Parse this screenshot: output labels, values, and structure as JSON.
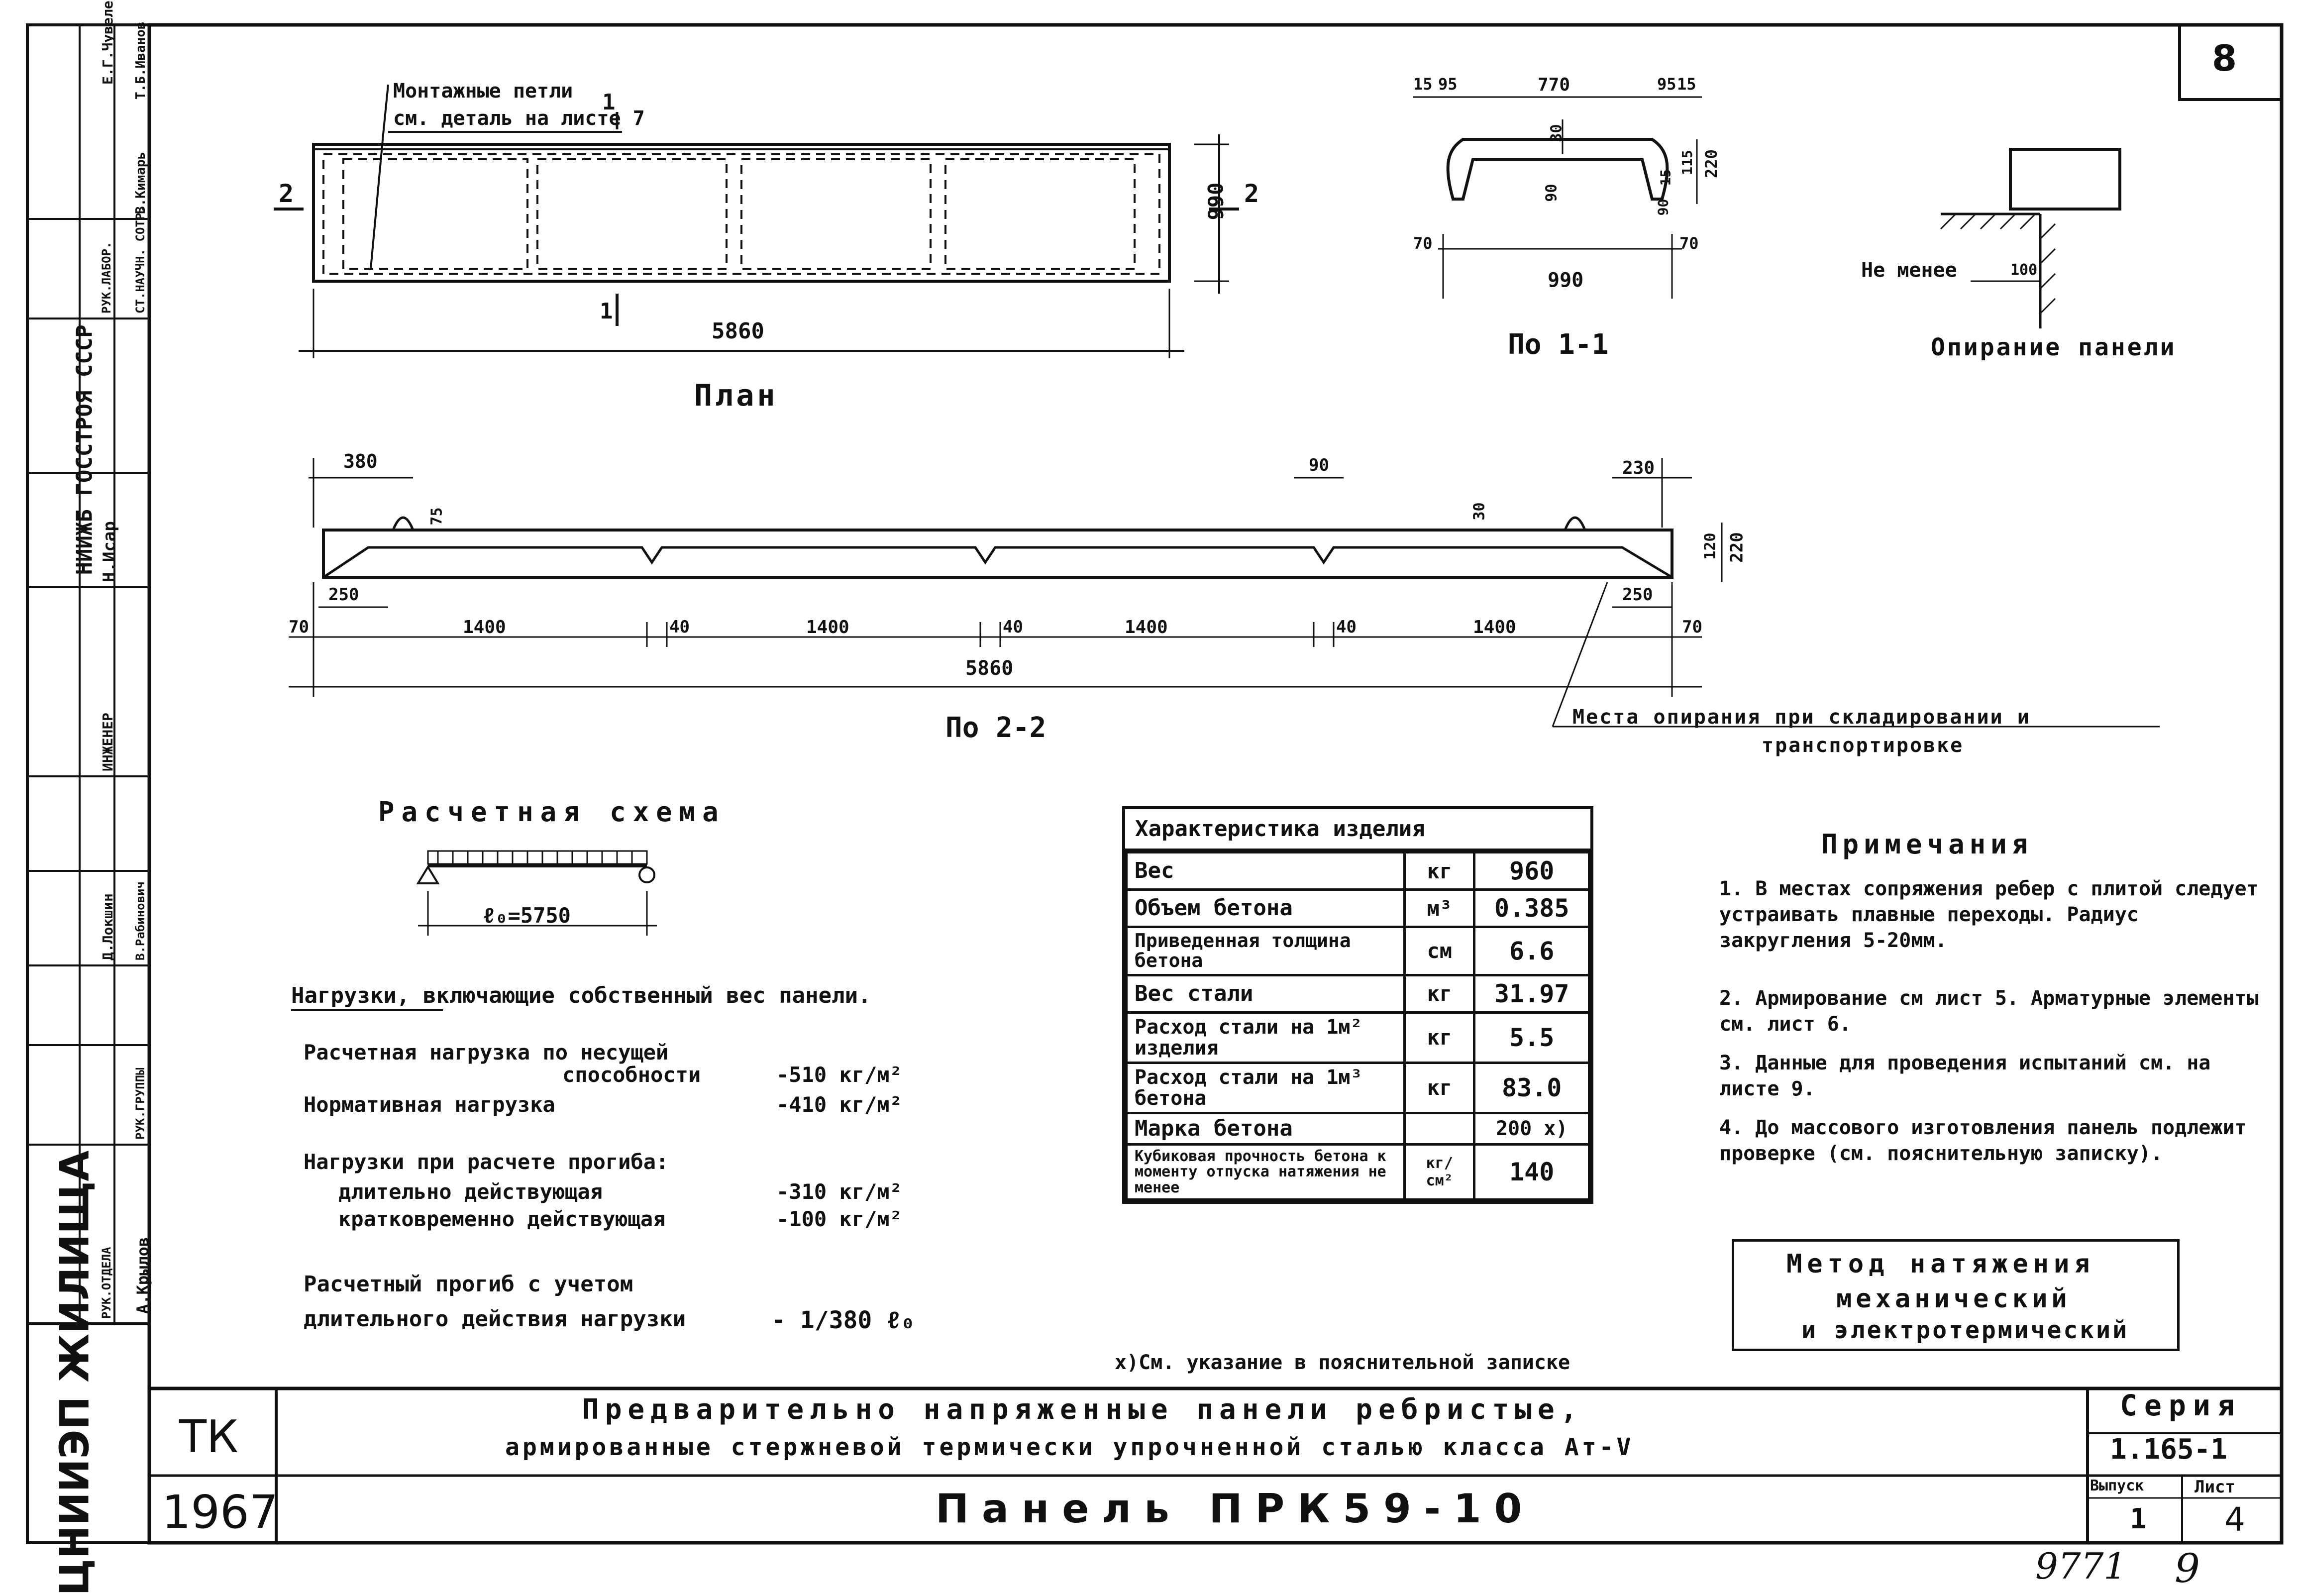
{
  "sheet": {
    "number": "8",
    "page_mark": "9771",
    "page_mark_suffix": "9"
  },
  "side_stamp": {
    "org1": "ЦНИИЭП ЖИЛИЩА",
    "org2": "НИИЖБ ГОССТРОЯ СССР",
    "names": [
      "Е.Г.Чувелев",
      "Т.Б.Иванов",
      "В.Кимарь",
      "Н.Исар",
      "Д.Локшин",
      "В.Рабинович",
      "А.Крылов"
    ],
    "roles": [
      "СТ.НАУЧН. СОТР.",
      "РУК.ЛАБОР.",
      "ИНЖЕНЕР",
      "РУК.ГРУППЫ",
      "РУК.ОТДЕЛА"
    ]
  },
  "plan": {
    "title": "План",
    "callout": "Монтажные петли",
    "callout2": "см. деталь на листе 7",
    "dim_length": "5860",
    "dim_width": "990",
    "section_mark_1": "1",
    "section_mark_2": "2"
  },
  "section11": {
    "title": "По 1-1",
    "dims_top": [
      "15",
      "95",
      "770",
      "95",
      "15"
    ],
    "dim_30": "30",
    "dim_90": "90",
    "dims_right": [
      "15",
      "115",
      "220",
      "90"
    ],
    "dim_bottom": "990",
    "dim_side_left": "70",
    "dim_side_right": "70"
  },
  "support": {
    "title": "Опирание панели",
    "label": "Не менее",
    "value": "100"
  },
  "section22": {
    "title": "По 2-2",
    "dim_380": "380",
    "dim_75": "75",
    "dim_90": "90",
    "dim_30": "30",
    "dim_230": "230",
    "dim_120": "120",
    "dim_220": "220",
    "dim_250_l": "250",
    "dim_250_r": "250",
    "dim_70_l": "70",
    "dim_70_r": "70",
    "spans": [
      "1400",
      "1400",
      "1400",
      "1400"
    ],
    "gaps": [
      "40",
      "40",
      "40"
    ],
    "total": "5860",
    "support_note_1": "Места опирания при складировании и",
    "support_note_2": "транспортировке"
  },
  "calc": {
    "title": "Расчетная схема",
    "span": "ℓ₀=5750",
    "loads_heading": "Нагрузки, включающие собственный вес панели.",
    "lines": [
      {
        "label": "Расчетная нагрузка по несущей",
        "value": ""
      },
      {
        "label": "способности",
        "value": "-510 кг/м²"
      },
      {
        "label": "Нормативная нагрузка",
        "value": "-410 кг/м²"
      },
      {
        "label": "Нагрузки при расчете прогиба:",
        "value": ""
      },
      {
        "label": "длительно действующая",
        "value": "-310 кг/м²"
      },
      {
        "label": "кратковременно действующая",
        "value": "-100 кг/м²"
      },
      {
        "label": "Расчетный прогиб с учетом",
        "value": ""
      },
      {
        "label": "длительного действия нагрузки",
        "value": "- 1/380 ℓ₀"
      }
    ]
  },
  "characteristics": {
    "title": "Характеристика изделия",
    "rows": [
      {
        "param": "Вес",
        "unit": "кг",
        "value": "960"
      },
      {
        "param": "Объем бетона",
        "unit": "м³",
        "value": "0.385"
      },
      {
        "param": "Приведенная толщина бетона",
        "unit": "см",
        "value": "6.6"
      },
      {
        "param": "Вес стали",
        "unit": "кг",
        "value": "31.97"
      },
      {
        "param": "Расход стали на 1м² изделия",
        "unit": "кг",
        "value": "5.5"
      },
      {
        "param": "Расход стали на 1м³ бетона",
        "unit": "кг",
        "value": "83.0"
      },
      {
        "param": "Марка бетона",
        "unit": "",
        "value": "200 x)"
      },
      {
        "param": "Кубиковая прочность бетона к моменту отпуска натяжения не менее",
        "unit": "кг/см²",
        "value": "140"
      }
    ],
    "footnote": "х)См. указание в пояснительной записке"
  },
  "notes": {
    "title": "Примечания",
    "items": [
      "1. В местах сопряжения ребер с плитой следует устраивать плавные переходы. Радиус закругления 5-20мм.",
      "2. Армирование см лист 5. Арматурные элементы см. лист 6.",
      "3. Данные для проведения испытаний см. на листе 9.",
      "4. До массового изготовления панель подлежит проверке (см. пояснительную записку)."
    ]
  },
  "method": {
    "line1": "Метод натяжения",
    "line2": "механический",
    "line3": "и электротермический"
  },
  "title_block": {
    "code": "ТК",
    "year": "1967",
    "title1": "Предварительно напряженные панели ребристые,",
    "title2": "армированные стержневой термически упрочненной сталью класса Ат-V",
    "name": "Панель ПРК59-10",
    "series_label": "Серия",
    "series": "1.165-1",
    "issue_label": "Выпуск",
    "issue": "1",
    "sheet_label": "Лист",
    "sheet": "4"
  }
}
